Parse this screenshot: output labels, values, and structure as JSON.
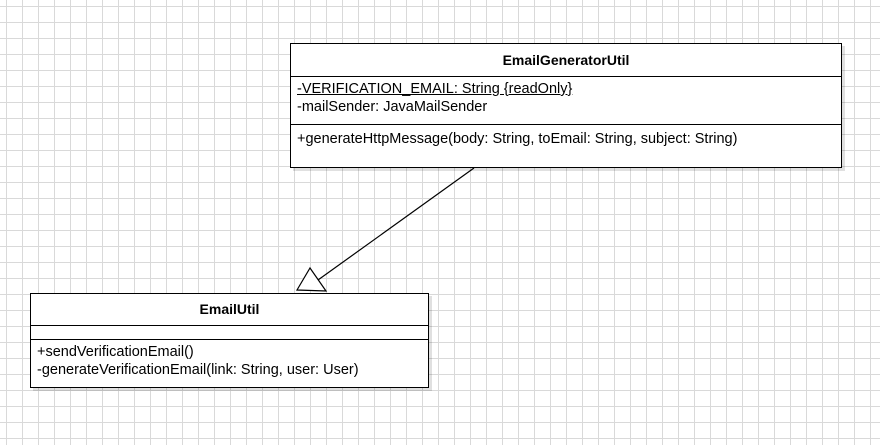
{
  "diagram": {
    "classes": [
      {
        "name": "EmailGeneratorUtil",
        "attributes": [
          {
            "text": "-VERIFICATION_EMAIL: String {readOnly}",
            "static": true
          },
          {
            "text": "-mailSender: JavaMailSender",
            "static": false
          }
        ],
        "methods": [
          "+generateHttpMessage(body: String, toEmail: String, subject: String)"
        ]
      },
      {
        "name": "EmailUtil",
        "attributes": [],
        "methods": [
          "+sendVerificationEmail()",
          "-generateVerificationEmail(link: String, user: User)"
        ]
      }
    ],
    "relationships": [
      {
        "type": "generalization",
        "from": "EmailGeneratorUtil",
        "to": "EmailUtil"
      }
    ]
  }
}
